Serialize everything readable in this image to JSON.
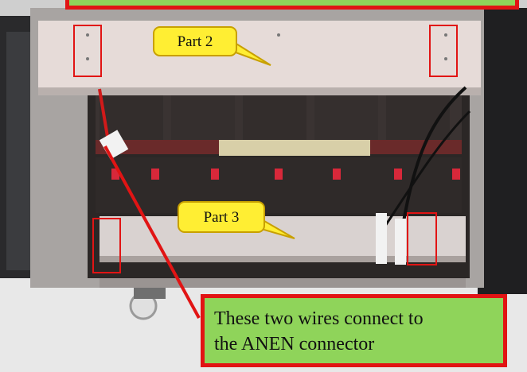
{
  "callouts": {
    "part2": "Part 2",
    "part3": "Part 3",
    "wires_line1": "These two wires connect to",
    "wires_line2": "the ANEN connector"
  },
  "colors": {
    "highlight_red": "#e11414",
    "callout_yellow": "#ffee33",
    "callout_green": "#8fd45a"
  }
}
